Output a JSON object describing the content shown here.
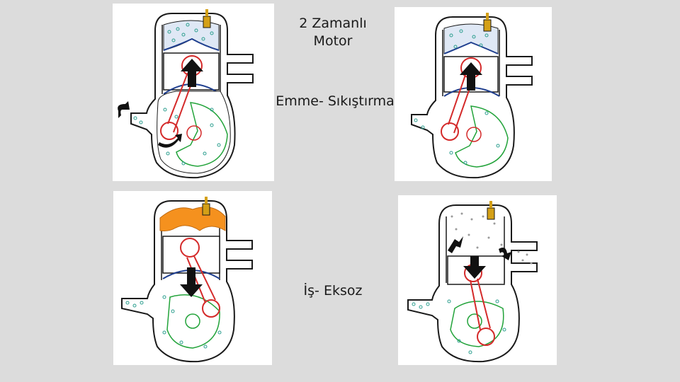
{
  "title": "2 Zamanlı\nMotor",
  "stage_1": "Emme- Sıkıştırma",
  "stage_2": "İş- Eksoz",
  "colors": {
    "background": "#dcdcdc",
    "panel": "#ffffff",
    "outline": "#1a1a1a",
    "gas_fill": "#dfe8f5",
    "particle": "#2b9e8e",
    "connecting_rod": "#d42a2a",
    "crankshaft": "#22a33a",
    "piston_top": "#1f3f8f",
    "combustion": "#f5911e",
    "arrow": "#111111",
    "spark_plug": "#d4a017",
    "exhaust_particle": "#9a9a9a"
  },
  "icons": [
    "spark-plug-icon",
    "piston-arrow-up-icon",
    "piston-arrow-down-icon",
    "rotation-arrow-icon",
    "flow-arrow-icon"
  ]
}
